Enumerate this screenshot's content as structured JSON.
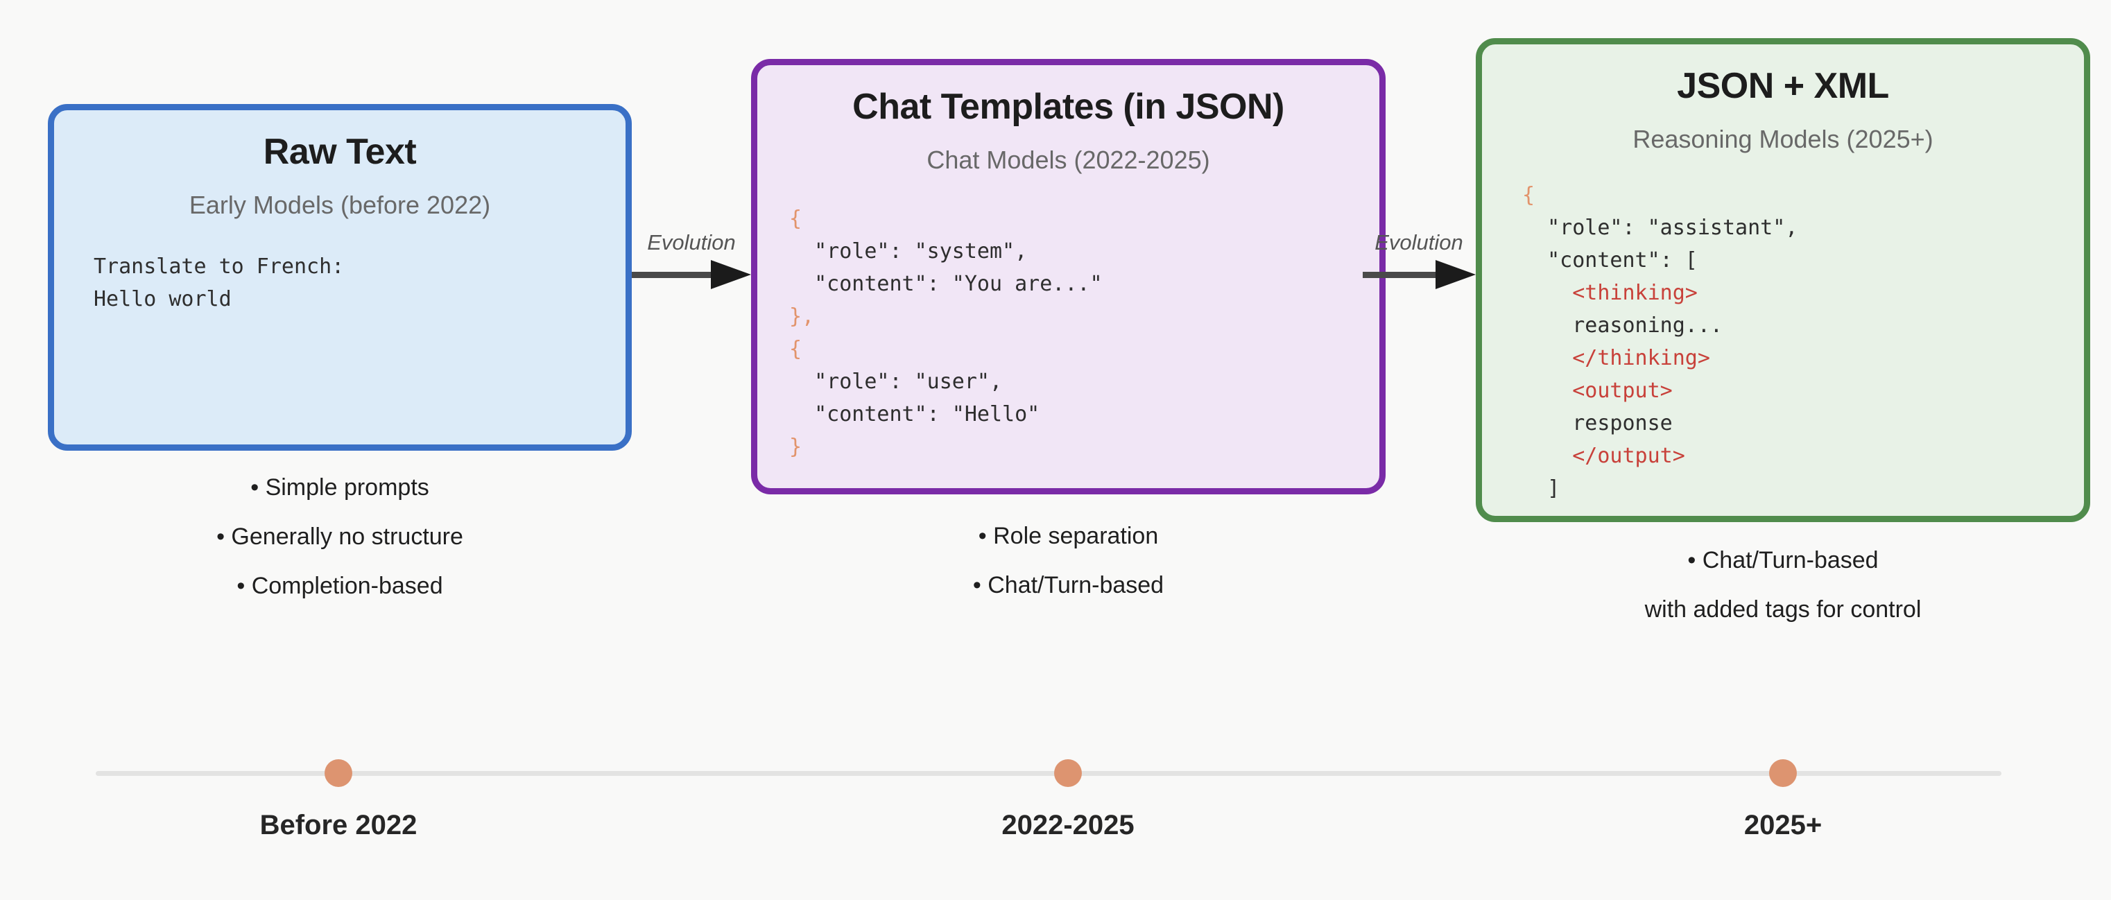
{
  "colors": {
    "page_background": "#f9f9f8",
    "card1_border": "#3a70c6",
    "card1_fill": "#dcebf8",
    "card2_border": "#7a2ba7",
    "card2_fill": "#f1e6f6",
    "card3_border": "#508c4c",
    "card3_fill": "#e8f2e7",
    "code_text": "#2e2e2e",
    "code_brace": "#e2946c",
    "code_tag": "#c8413a",
    "arrow": "#1b1b1b",
    "timeline_line": "#e3e3e2",
    "timeline_dot": "#dd9470"
  },
  "cards": [
    {
      "title": "Raw Text",
      "subtitle": "Early Models (before 2022)",
      "code": [
        [
          {
            "type": "text",
            "text": "Translate to French:"
          }
        ],
        [
          {
            "type": "text",
            "text": "Hello world"
          }
        ]
      ],
      "bullets": [
        "• Simple prompts",
        "• Generally no structure",
        "• Completion-based"
      ]
    },
    {
      "title": "Chat Templates (in JSON)",
      "subtitle": "Chat Models (2022-2025)",
      "code": [
        [
          {
            "type": "brace",
            "text": "{"
          }
        ],
        [
          {
            "type": "text",
            "text": "  \"role\": \"system\","
          }
        ],
        [
          {
            "type": "text",
            "text": "  \"content\": \"You are...\""
          }
        ],
        [
          {
            "type": "brace",
            "text": "},"
          }
        ],
        [
          {
            "type": "brace",
            "text": "{"
          }
        ],
        [
          {
            "type": "text",
            "text": "  \"role\": \"user\","
          }
        ],
        [
          {
            "type": "text",
            "text": "  \"content\": \"Hello\""
          }
        ],
        [
          {
            "type": "brace",
            "text": "}"
          }
        ]
      ],
      "bullets": [
        "• Role separation",
        "• Chat/Turn-based"
      ]
    },
    {
      "title": "JSON + XML",
      "subtitle": "Reasoning Models (2025+)",
      "code": [
        [
          {
            "type": "brace",
            "text": "{"
          }
        ],
        [
          {
            "type": "text",
            "text": "  \"role\": \"assistant\","
          }
        ],
        [
          {
            "type": "text",
            "text": "  \"content\": ["
          }
        ],
        [
          {
            "type": "text",
            "text": "    "
          },
          {
            "type": "tag",
            "text": "<thinking>"
          }
        ],
        [
          {
            "type": "text",
            "text": "    reasoning..."
          }
        ],
        [
          {
            "type": "text",
            "text": "    "
          },
          {
            "type": "tag",
            "text": "</thinking>"
          }
        ],
        [
          {
            "type": "text",
            "text": "    "
          },
          {
            "type": "tag",
            "text": "<output>"
          }
        ],
        [
          {
            "type": "text",
            "text": "    response"
          }
        ],
        [
          {
            "type": "text",
            "text": "    "
          },
          {
            "type": "tag",
            "text": "</output>"
          }
        ],
        [
          {
            "type": "text",
            "text": "  ]"
          }
        ]
      ],
      "bullets": [
        "• Chat/Turn-based"
      ],
      "note": "with added tags for control"
    }
  ],
  "arrows": [
    {
      "label": "Evolution"
    },
    {
      "label": "Evolution"
    }
  ],
  "timeline": {
    "labels": [
      "Before 2022",
      "2022-2025",
      "2025+"
    ]
  }
}
